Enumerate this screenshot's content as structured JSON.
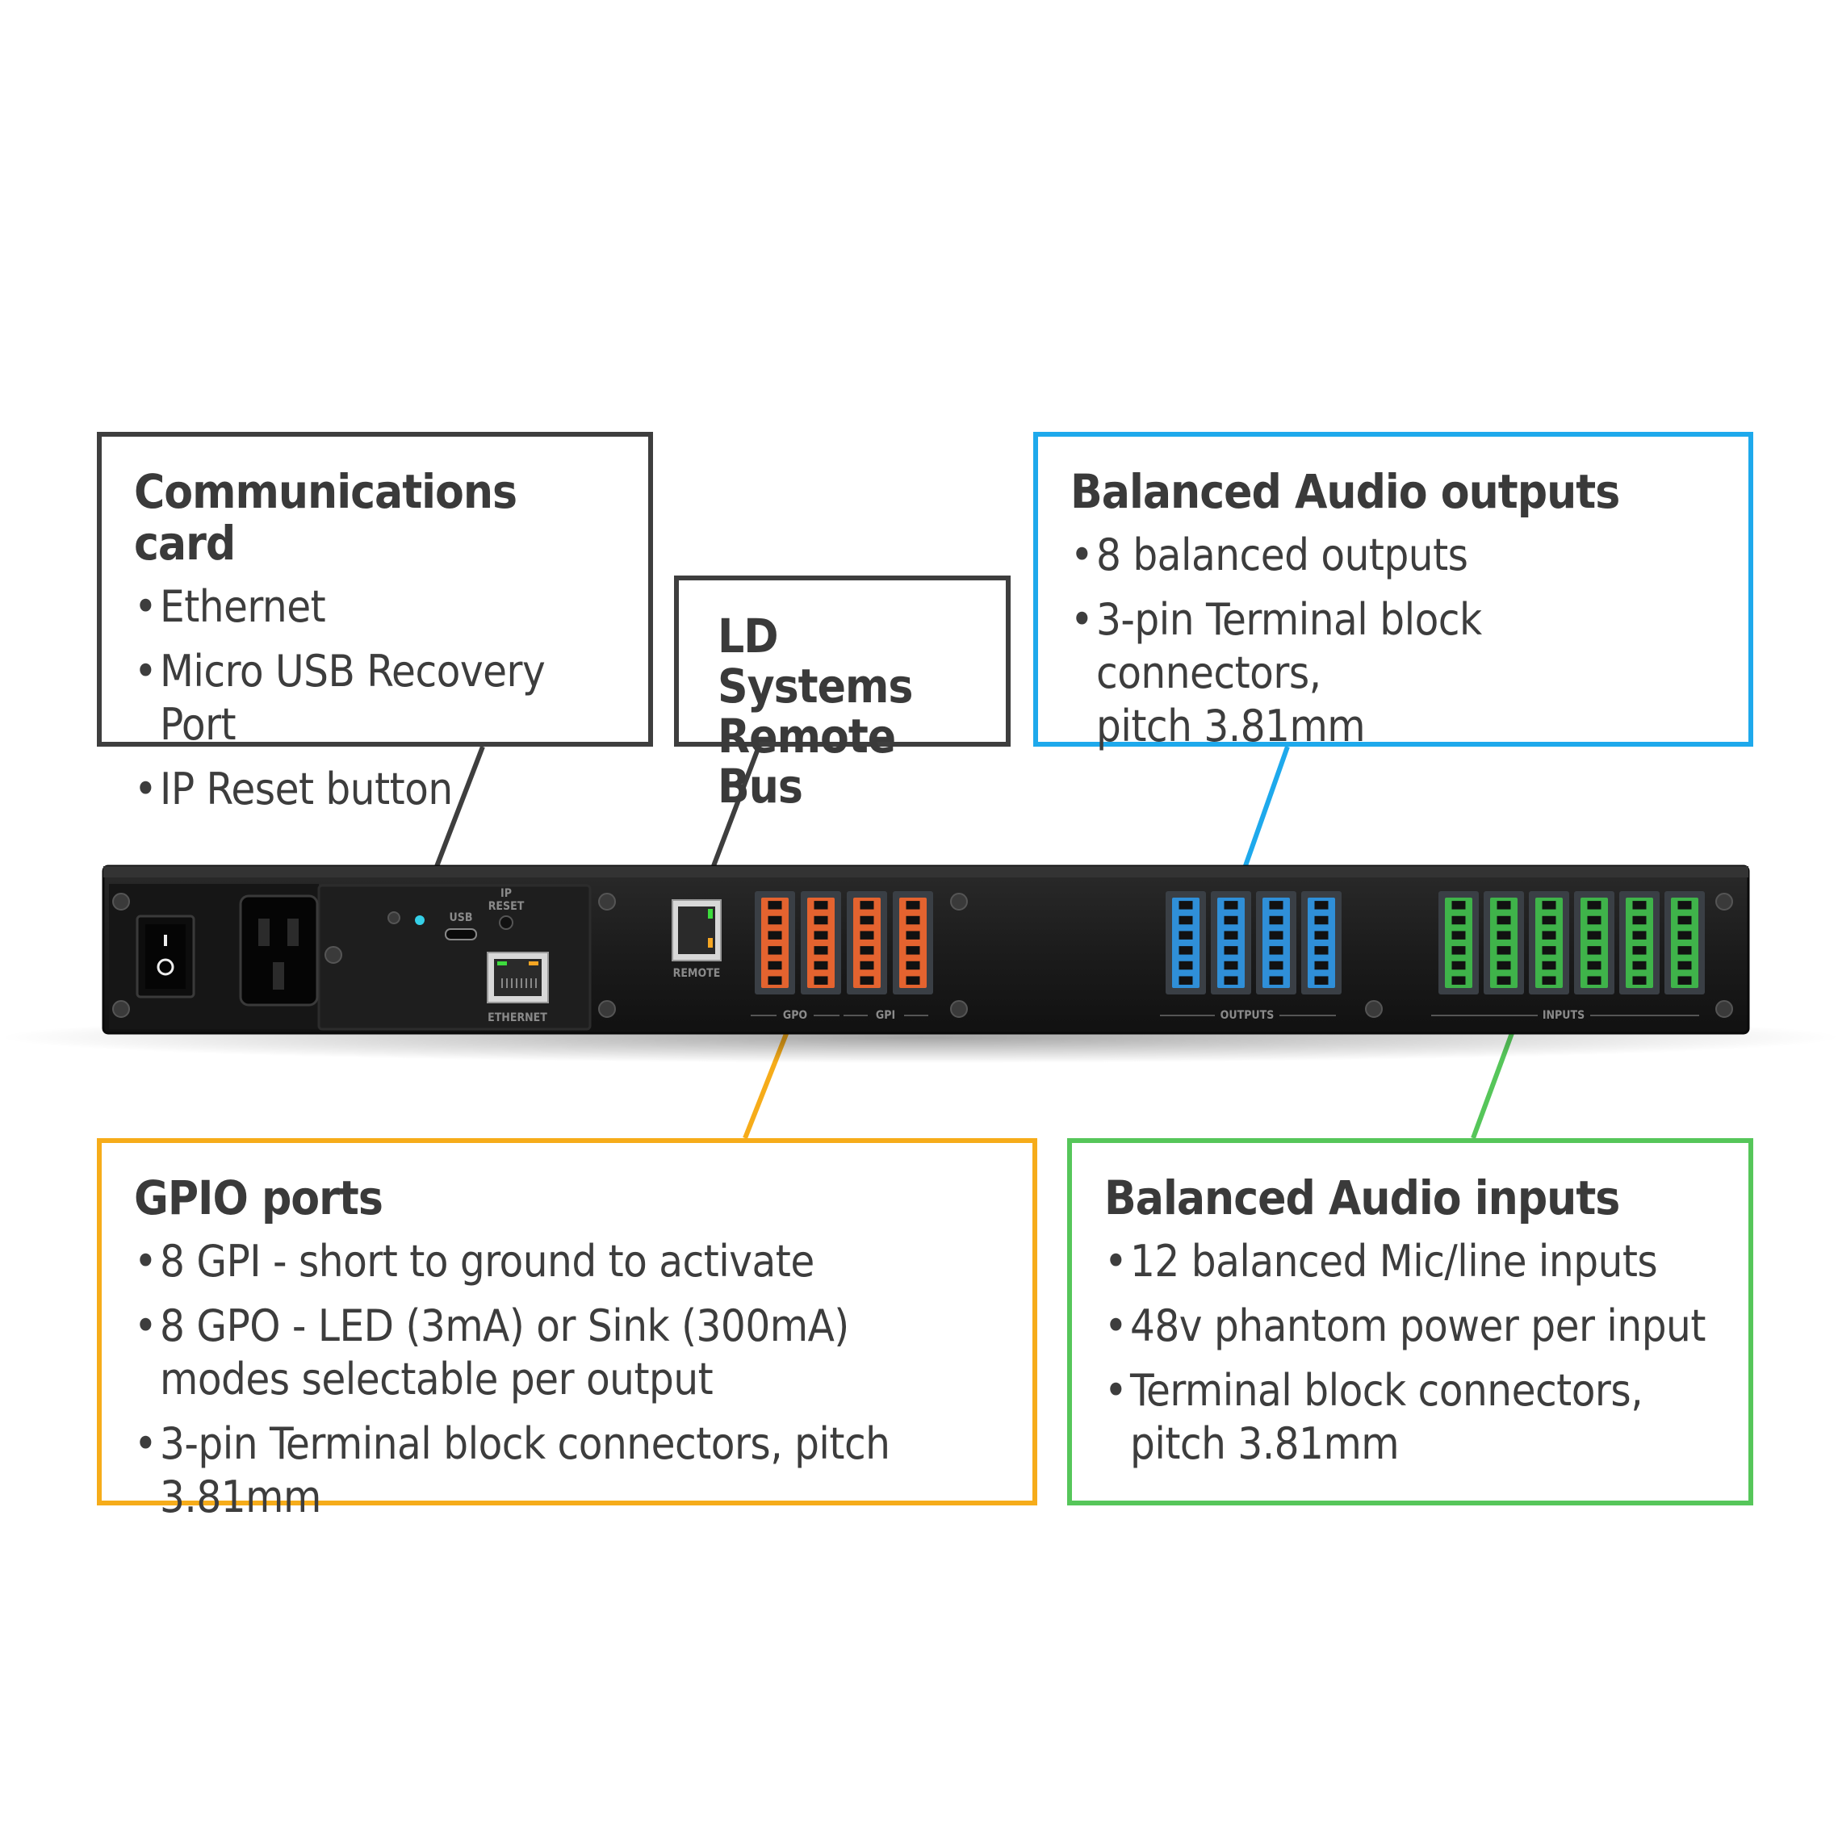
{
  "callouts": {
    "communications": {
      "title": "Communications card",
      "items": [
        "Ethernet",
        "Micro USB Recovery Port",
        "IP Reset button"
      ],
      "color": "#3e3e3e"
    },
    "remote_bus": {
      "title_line1": "LD Systems",
      "title_line2": "Remote Bus",
      "color": "#3e3e3e"
    },
    "outputs": {
      "title": "Balanced Audio outputs",
      "item1": "8 balanced outputs",
      "item2_line1": "3-pin Terminal block connectors,",
      "item2_line2": "pitch 3.81mm",
      "color": "#1ea9ec"
    },
    "gpio": {
      "title": "GPIO ports",
      "item1": "8 GPI - short to ground to activate",
      "item2_line1": "8 GPO - LED (3mA) or Sink (300mA)",
      "item2_line2": "modes selectable per output",
      "item3": "3-pin Terminal block connectors, pitch 3.81mm",
      "color": "#f6ac1a"
    },
    "inputs": {
      "title": "Balanced Audio inputs",
      "item1": "12 balanced Mic/line inputs",
      "item2": "48v phantom power per input",
      "item3_line1": "Terminal block connectors,",
      "item3_line2": "pitch 3.81mm",
      "color": "#56c65a"
    }
  },
  "panel_labels": {
    "usb": "USB",
    "ip_reset_line1": "IP",
    "ip_reset_line2": "RESET",
    "ethernet": "ETHERNET",
    "remote": "REMOTE",
    "gpo": "GPO",
    "gpi": "GPI",
    "outputs": "OUTPUTS",
    "inputs": "INPUTS"
  },
  "connector_colors": {
    "gpio": "#e4632f",
    "outputs": "#2f8fd8",
    "inputs": "#3fb34a"
  }
}
